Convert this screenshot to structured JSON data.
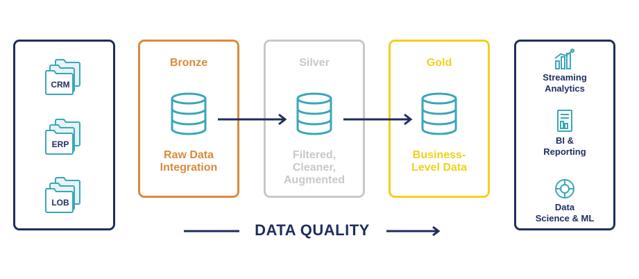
{
  "sources": [
    {
      "label": "CRM"
    },
    {
      "label": "ERP"
    },
    {
      "label": "LOB"
    }
  ],
  "stages": {
    "bronze": {
      "title": "Bronze",
      "desc_lines": [
        "Raw Data",
        "Integration"
      ],
      "color": "#d98a3a"
    },
    "silver": {
      "title": "Silver",
      "desc_lines": [
        "Filtered,",
        "Cleaner,",
        "Augmented"
      ],
      "color": "#c8c8c8"
    },
    "gold": {
      "title": "Gold",
      "desc_lines": [
        "Business-",
        "Level Data"
      ],
      "color": "#f0d11c"
    }
  },
  "consumers": [
    {
      "icon": "analytics-icon",
      "label_lines": [
        "Streaming",
        "Analytics"
      ]
    },
    {
      "icon": "report-icon",
      "label_lines": [
        "BI &",
        "Reporting"
      ]
    },
    {
      "icon": "brain-icon",
      "label_lines": [
        "Data",
        "Science & ML"
      ]
    }
  ],
  "footer": {
    "label": "DATA QUALITY"
  },
  "colors": {
    "navy": "#1e2d5c",
    "teal": "#3aa6b9",
    "teal_light": "#e6f4f6"
  }
}
